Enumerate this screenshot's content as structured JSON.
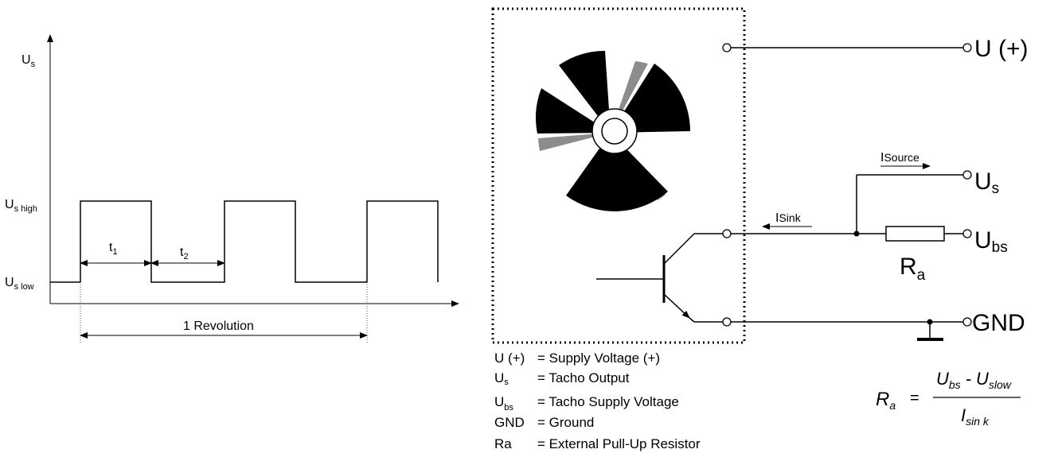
{
  "waveform": {
    "y_axis_label": "U",
    "y_axis_label_sub": "s",
    "high_label": "U",
    "high_label_sub": "s high",
    "low_label": "U",
    "low_label_sub": "s low",
    "t1_label": "t",
    "t1_sub": "1",
    "t2_label": "t",
    "t2_sub": "2",
    "revolution_label": "1 Revolution"
  },
  "circuit": {
    "terminal_supply": "U (+)",
    "terminal_tacho_main": "U",
    "terminal_tacho_sub": "s",
    "terminal_bs_main": "U",
    "terminal_bs_sub": "bs",
    "terminal_gnd": "GND",
    "resistor_main": "R",
    "resistor_sub": "a",
    "i_source_main": "I",
    "i_source_sub": "Source",
    "i_sink_main": "I",
    "i_sink_sub": "Sink"
  },
  "legend": [
    {
      "key": "U (+)",
      "key_sub": "",
      "desc": "= Supply Voltage (+)"
    },
    {
      "key": "U",
      "key_sub": "s",
      "desc": "= Tacho Output"
    },
    {
      "key": "U",
      "key_sub": "bs",
      "desc": "= Tacho Supply Voltage"
    },
    {
      "key": "GND",
      "key_sub": "",
      "desc": "= Ground"
    },
    {
      "key": "Ra",
      "key_sub": "",
      "desc": "= External Pull-Up Resistor"
    }
  ],
  "formula": {
    "lhs_main": "R",
    "lhs_sub": "a",
    "equals": "=",
    "num_a_main": "U",
    "num_a_sub": "bs",
    "minus": "-",
    "num_b_main": "U",
    "num_b_sub": "slow",
    "den_main": "I",
    "den_sub": "sin k"
  }
}
